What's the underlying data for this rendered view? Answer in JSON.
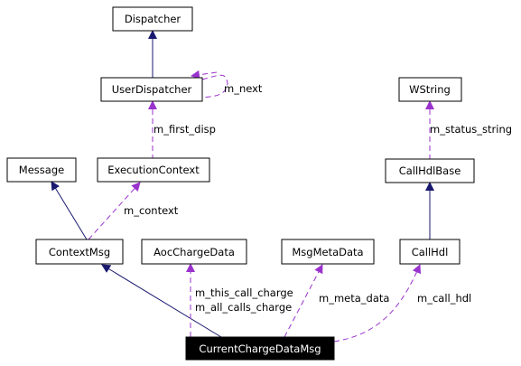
{
  "colors": {
    "inheritance_edge": "#191970",
    "usage_edge": "#9a32cd",
    "highlight_node_fill": "#000000",
    "highlight_node_text": "#ffffff"
  },
  "nodes": {
    "dispatcher": "Dispatcher",
    "user_dispatcher": "UserDispatcher",
    "message": "Message",
    "execution_context": "ExecutionContext",
    "wstring": "WString",
    "call_hdl_base": "CallHdlBase",
    "context_msg": "ContextMsg",
    "aoc_charge_data": "AocChargeData",
    "msg_meta_data": "MsgMetaData",
    "call_hdl": "CallHdl",
    "current_charge_data_msg": "CurrentChargeDataMsg"
  },
  "edge_labels": {
    "m_next": "m_next",
    "m_first_disp": "m_first_disp",
    "m_status_string": "m_status_string",
    "m_context": "m_context",
    "m_this_call_charge": "m_this_call_charge",
    "m_all_calls_charge": "m_all_calls_charge",
    "m_meta_data": "m_meta_data",
    "m_call_hdl": "m_call_hdl"
  }
}
